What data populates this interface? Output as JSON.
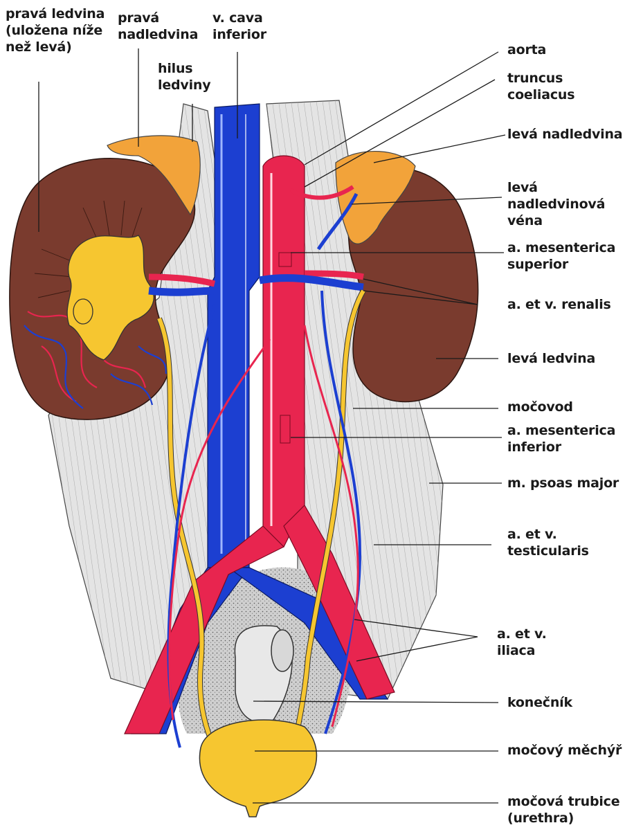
{
  "labels": {
    "prava_ledvina": "pravá ledvina\n(uložena níže\nnež levá)",
    "prava_nadledvina": "pravá\nnadledvina",
    "v_cava_inferior": "v. cava\ninferior",
    "hilus_ledviny": "hilus\nledviny",
    "aorta": "aorta",
    "truncus_coeliacus": "truncus\ncoeliacus",
    "leva_nadledvina": "levá nadledvina",
    "leva_nadledvinova_vena": "levá nadledvinová\nvéna",
    "a_mesenterica_superior": "a. mesenterica\nsuperior",
    "a_et_v_renalis": "a. et v. renalis",
    "leva_ledvina": "levá  ledvina",
    "mocovod": "močovod",
    "a_mesenterica_inferior": "a. mesenterica\ninferior",
    "m_psoas_major": "m. psoas major",
    "a_et_v_testicularis": "a. et v.\ntesticularis",
    "a_et_v_iliaca": "a. et v.\niliaca",
    "konecnik": "konečník",
    "mocovy_mechyr": "močový měchýř",
    "mocova_trubice": "močová trubice\n(urethra)"
  },
  "colors": {
    "kidney": "#7a3b2e",
    "adrenal": "#f2a33a",
    "artery": "#e8254f",
    "vein": "#1c3fd1",
    "ureter_bladder": "#f6c630",
    "muscle": "#e2e2e2",
    "pelvis": "#c9c9c9"
  }
}
